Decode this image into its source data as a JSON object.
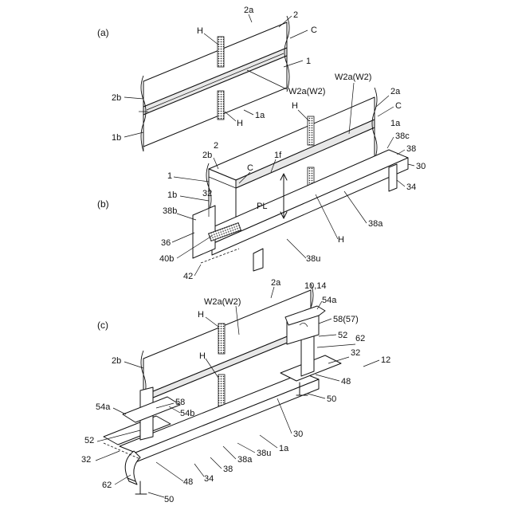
{
  "figure": {
    "panels": [
      {
        "id": "a",
        "title": "(a)",
        "labels": {
          "2a": "2a",
          "2": "2",
          "C": "C",
          "H_top": "H",
          "1": "1",
          "W2a": "W2a(W2)",
          "2b": "2b",
          "1a": "1a",
          "H_bottom": "H",
          "1b": "1b"
        }
      },
      {
        "id": "b",
        "title": "(b)",
        "labels": {
          "W2a": "W2a(W2)",
          "2a": "2a",
          "H_top": "H",
          "C_right": "C",
          "1a": "1a",
          "38c": "38c",
          "38": "38",
          "30": "30",
          "2": "2",
          "2b": "2b",
          "1f": "1f",
          "1": "1",
          "C_left": "C",
          "34": "34",
          "1b": "1b",
          "32": "32",
          "PL": "PL",
          "38b": "38b",
          "38a": "38a",
          "36": "36",
          "H_mid": "H",
          "40b": "40b",
          "38u": "38u",
          "42": "42"
        }
      },
      {
        "id": "c",
        "title": "(c)",
        "labels": {
          "2a": "2a",
          "10_14": "10,14",
          "W2a": "W2a(W2)",
          "54a_right": "54a",
          "H_top": "H",
          "58_57": "58(57)",
          "52_right": "52",
          "62_right": "62",
          "2b": "2b",
          "H_mid": "H",
          "32_right": "32",
          "12": "12",
          "48_right": "48",
          "50_right": "50",
          "58_left": "58",
          "54a_left": "54a",
          "54b": "54b",
          "30": "30",
          "52_left": "52",
          "1a": "1a",
          "38u": "38u",
          "32_left": "32",
          "38a": "38a",
          "38": "38",
          "62_left": "62",
          "48_left": "48",
          "34": "34",
          "50_left": "50"
        }
      }
    ]
  }
}
